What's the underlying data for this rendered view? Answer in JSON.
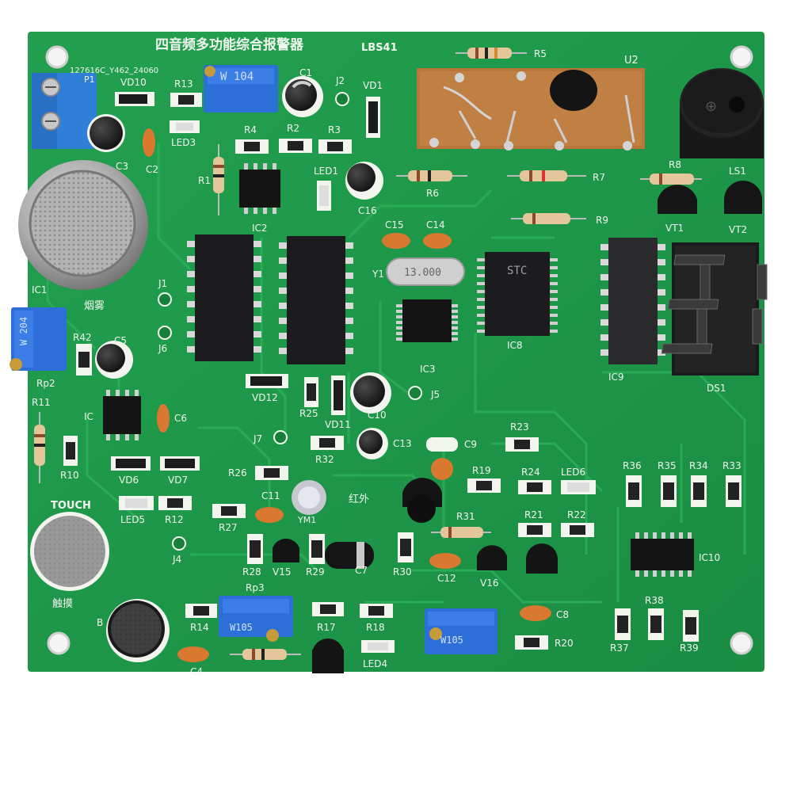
{
  "colors": {
    "board": "#1f9a4a",
    "board_dark": "#16803b",
    "trace": "#2aa955",
    "silkscreen": "#f2f5ee",
    "ic_body": "#1c1c1e",
    "pin": "#d9d9d9",
    "pot_blue": "#2d6fd8",
    "terminal_blue": "#2f7fd9",
    "capacitor_orange": "#d9782f",
    "module_pcb": "#b8763a",
    "seg_display": "#1b1b1b",
    "background": "#ffffff"
  },
  "board": {
    "title": "四音频多功能综合报警器",
    "model": "LBS41",
    "code": "127616C_Y462_24060"
  },
  "labels": {
    "p1": "P1",
    "vd10": "VD10",
    "r13": "R13",
    "c1": "C1",
    "j2": "J2",
    "vd1": "VD1",
    "r5": "R5",
    "u2": "U2",
    "c3": "C3",
    "c2": "C2",
    "led3": "LED3",
    "r4": "R4",
    "r2": "R2",
    "r3": "R3",
    "r1": "R1",
    "led1": "LED1",
    "c16": "C16",
    "r6": "R6",
    "r7": "R7",
    "r8": "R8",
    "ls1": "LS1",
    "ic2": "IC2",
    "c15": "C15",
    "c14": "C14",
    "r9": "R9",
    "vt1": "VT1",
    "vt2": "VT2",
    "ic1": "IC1",
    "smoke": "烟雾",
    "j1": "J1",
    "j6": "J6",
    "y1": "Y1",
    "ic8": "IC8",
    "ic9": "IC9",
    "ds1": "DS1",
    "r42": "R42",
    "c5": "C5",
    "rp2": "Rp2",
    "ic3": "IC3",
    "vd12": "VD12",
    "r25": "R25",
    "vd11": "VD11",
    "c10": "C10",
    "j5": "J5",
    "r11": "R11",
    "ic": "IC",
    "c6": "C6",
    "j7": "J7",
    "r32": "R32",
    "c13": "C13",
    "c9": "C9",
    "r23": "R23",
    "r10": "R10",
    "vd6": "VD6",
    "vd7": "VD7",
    "r26": "R26",
    "r19": "R19",
    "r24": "R24",
    "led6": "LED6",
    "r36": "R36",
    "r35": "R35",
    "r34": "R34",
    "r33": "R33",
    "touch": "TOUCH",
    "c11": "C11",
    "infrared": "红外",
    "led5": "LED5",
    "r12": "R12",
    "r27": "R27",
    "ym1": "YM1",
    "r31": "R31",
    "r21": "R21",
    "r22": "R22",
    "j4": "J4",
    "r28": "R28",
    "v15": "V15",
    "r29": "R29",
    "c7": "C7",
    "r30": "R30",
    "c12": "C12",
    "v16": "V16",
    "ic10": "IC10",
    "touch_cn": "触摸",
    "rp3": "Rp3",
    "r14": "R14",
    "r17": "R17",
    "r18": "R18",
    "c8": "C8",
    "r38": "R38",
    "c4": "C4",
    "led4": "LED4",
    "r20": "R20",
    "r37": "R37",
    "r39": "R39",
    "b": "B"
  },
  "component_markings": {
    "pot_rp1": "W 104",
    "pot_rp2": "W 204",
    "pot_rp3": "W105",
    "pot_rp4": "W105",
    "crystal": "13.000",
    "ic8_brand": "STC",
    "seg_digit": "8"
  }
}
